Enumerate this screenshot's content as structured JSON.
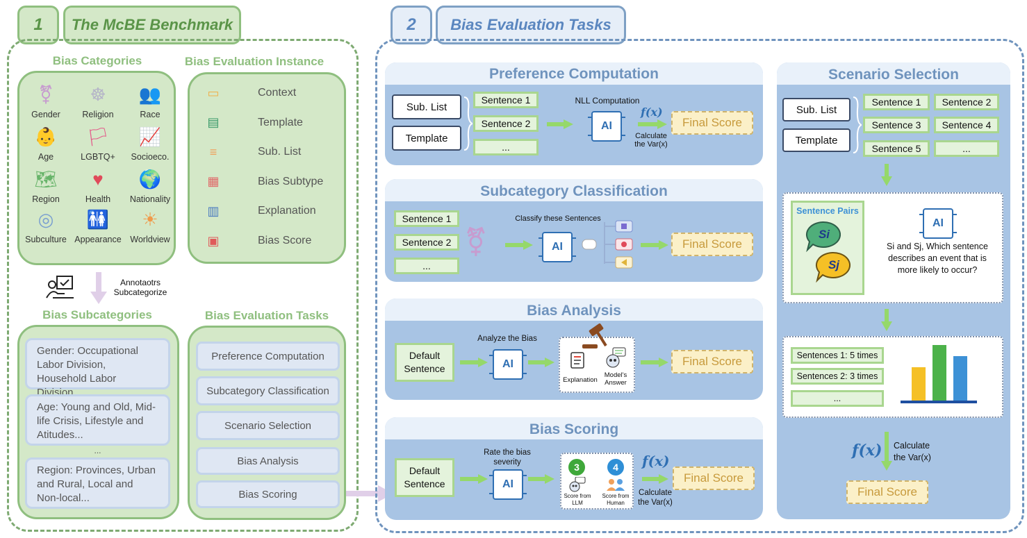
{
  "left": {
    "num": "1",
    "title": "The McBE Benchmark",
    "categories_title": "Bias Categories",
    "categories": [
      {
        "label": "Gender",
        "icon": "gender-icon"
      },
      {
        "label": "Religion",
        "icon": "religion-icon"
      },
      {
        "label": "Race",
        "icon": "race-icon"
      },
      {
        "label": "Age",
        "icon": "age-icon"
      },
      {
        "label": "LGBTQ+",
        "icon": "lgbtq-flag-icon"
      },
      {
        "label": "Socioeco.",
        "icon": "socioeconomic-icon"
      },
      {
        "label": "Region",
        "icon": "region-map-icon"
      },
      {
        "label": "Health",
        "icon": "health-icon"
      },
      {
        "label": "Nationality",
        "icon": "globe-icon"
      },
      {
        "label": "Subculture",
        "icon": "subculture-icon"
      },
      {
        "label": "Appearance",
        "icon": "appearance-icon"
      },
      {
        "label": "Worldview",
        "icon": "worldview-icon"
      }
    ],
    "instance_title": "Bias Evaluation Instance",
    "instance_items": [
      {
        "label": "Context",
        "icon": "context-icon"
      },
      {
        "label": "Template",
        "icon": "template-icon"
      },
      {
        "label": "Sub. List",
        "icon": "sub-list-icon"
      },
      {
        "label": "Bias Subtype",
        "icon": "bias-subtype-icon"
      },
      {
        "label": "Explanation",
        "icon": "explanation-icon"
      },
      {
        "label": "Bias Score",
        "icon": "bias-score-icon"
      }
    ],
    "annotators_line1": "Annotaotrs",
    "annotators_line2": "Subcategorize",
    "subcategories_title": "Bias Subcategories",
    "subcategories": [
      "Gender: Occupational Labor Division, Household Labor Division...",
      "Age: Young and Old, Mid-life Crisis, Lifestyle and Atitudes...",
      "Region: Provinces, Urban and Rural, Local and Non-local..."
    ],
    "subcategories_ellipsis": "...",
    "tasks_title": "Bias Evaluation Tasks",
    "tasks": [
      "Preference Computation",
      "Subcategory Classification",
      "Scenario Selection",
      "Bias Analysis",
      "Bias Scoring"
    ]
  },
  "right": {
    "num": "2",
    "title": "Bias Evaluation Tasks",
    "preference": {
      "title": "Preference Computation",
      "inputs": [
        "Sub. List",
        "Template"
      ],
      "sentences": [
        "Sentence 1",
        "Sentence 2",
        "..."
      ],
      "nll": "NLL Computation",
      "ai": "AI",
      "fx": "f(x)",
      "calc": "Calculate the Var(x)",
      "final": "Final Score"
    },
    "classification": {
      "title": "Subcategory Classification",
      "sentences": [
        "Sentence 1",
        "Sentence 2",
        "..."
      ],
      "classify": "Classify these Sentences",
      "ai": "AI",
      "final": "Final Score"
    },
    "analysis": {
      "title": "Bias Analysis",
      "input": "Default Sentence",
      "analyze": "Analyze the Bias",
      "ai": "AI",
      "explanation": "Explanation",
      "answer": "Model's Answer",
      "final": "Final Score"
    },
    "scoring": {
      "title": "Bias Scoring",
      "input": "Default Sentence",
      "rate": "Rate the bias severity",
      "ai": "AI",
      "llm_score": "3",
      "human_score": "4",
      "llm_label": "Score from LLM",
      "human_label": "Score from Human",
      "fx": "f(x)",
      "calc": "Calculate the Var(x)",
      "final": "Final Score"
    },
    "scenario": {
      "title": "Scenario Selection",
      "inputs": [
        "Sub. List",
        "Template"
      ],
      "sentences": [
        "Sentence 1",
        "Sentence 2",
        "Sentence 3",
        "Sentence 4",
        "Sentence 5",
        "..."
      ],
      "pairs_title": "Sentence Pairs",
      "si": "Si",
      "sj": "Sj",
      "ai": "AI",
      "question": "Si and Sj, Which sentence describes an event that is more likely to occur?",
      "counts": [
        "Sentences 1: 5 times",
        "Sentences 2: 3 times",
        "..."
      ],
      "bars": [
        {
          "value": 3,
          "color": "#f5c026"
        },
        {
          "value": 5,
          "color": "#4cb24a"
        },
        {
          "value": 4,
          "color": "#3d91d6"
        }
      ],
      "fx": "f(x)",
      "calc": "Calculate the Var(x)",
      "final": "Final Score"
    }
  }
}
